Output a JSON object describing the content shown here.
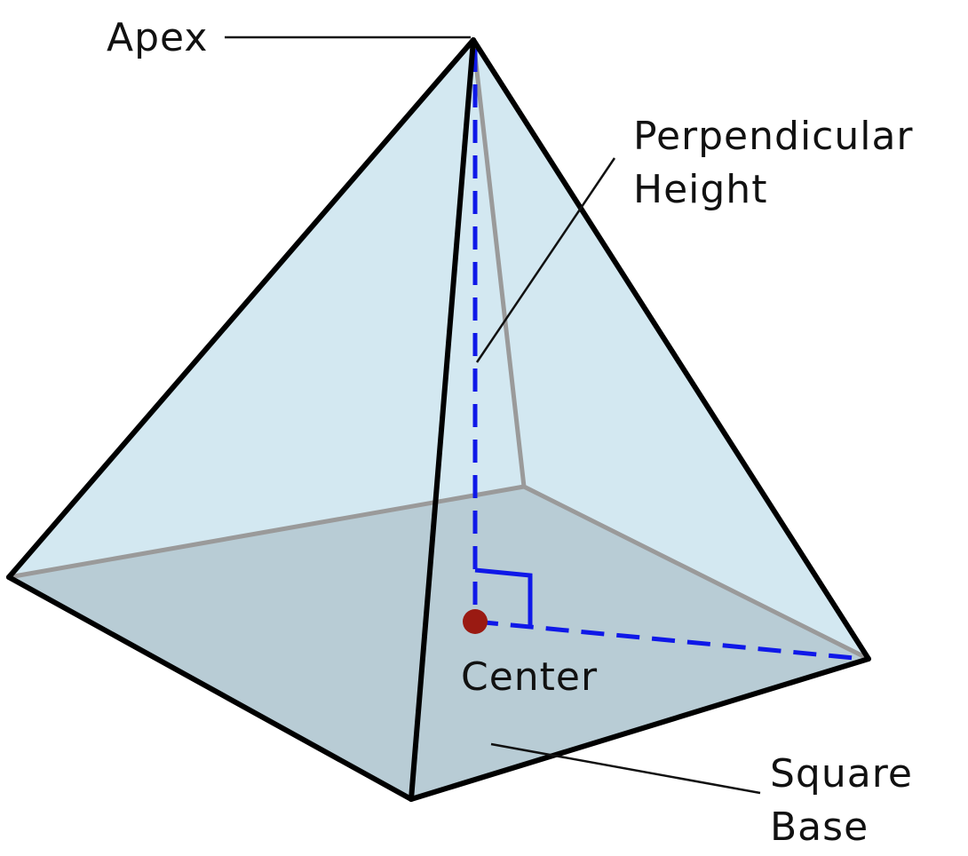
{
  "labels": {
    "apex": "Apex",
    "perpendicular_height_line1": "Perpendicular",
    "perpendicular_height_line2": "Height",
    "center": "Center",
    "square_base_line1": "Square",
    "square_base_line2": "Base"
  },
  "colors": {
    "face_fill": "#d3e9f1",
    "base_fill": "#a9bec7",
    "edge": "#000000",
    "hidden_edge": "#9a9a9a",
    "height_line": "#0f18e8",
    "center_dot": "#9a1a12",
    "leader_line": "#111111"
  }
}
